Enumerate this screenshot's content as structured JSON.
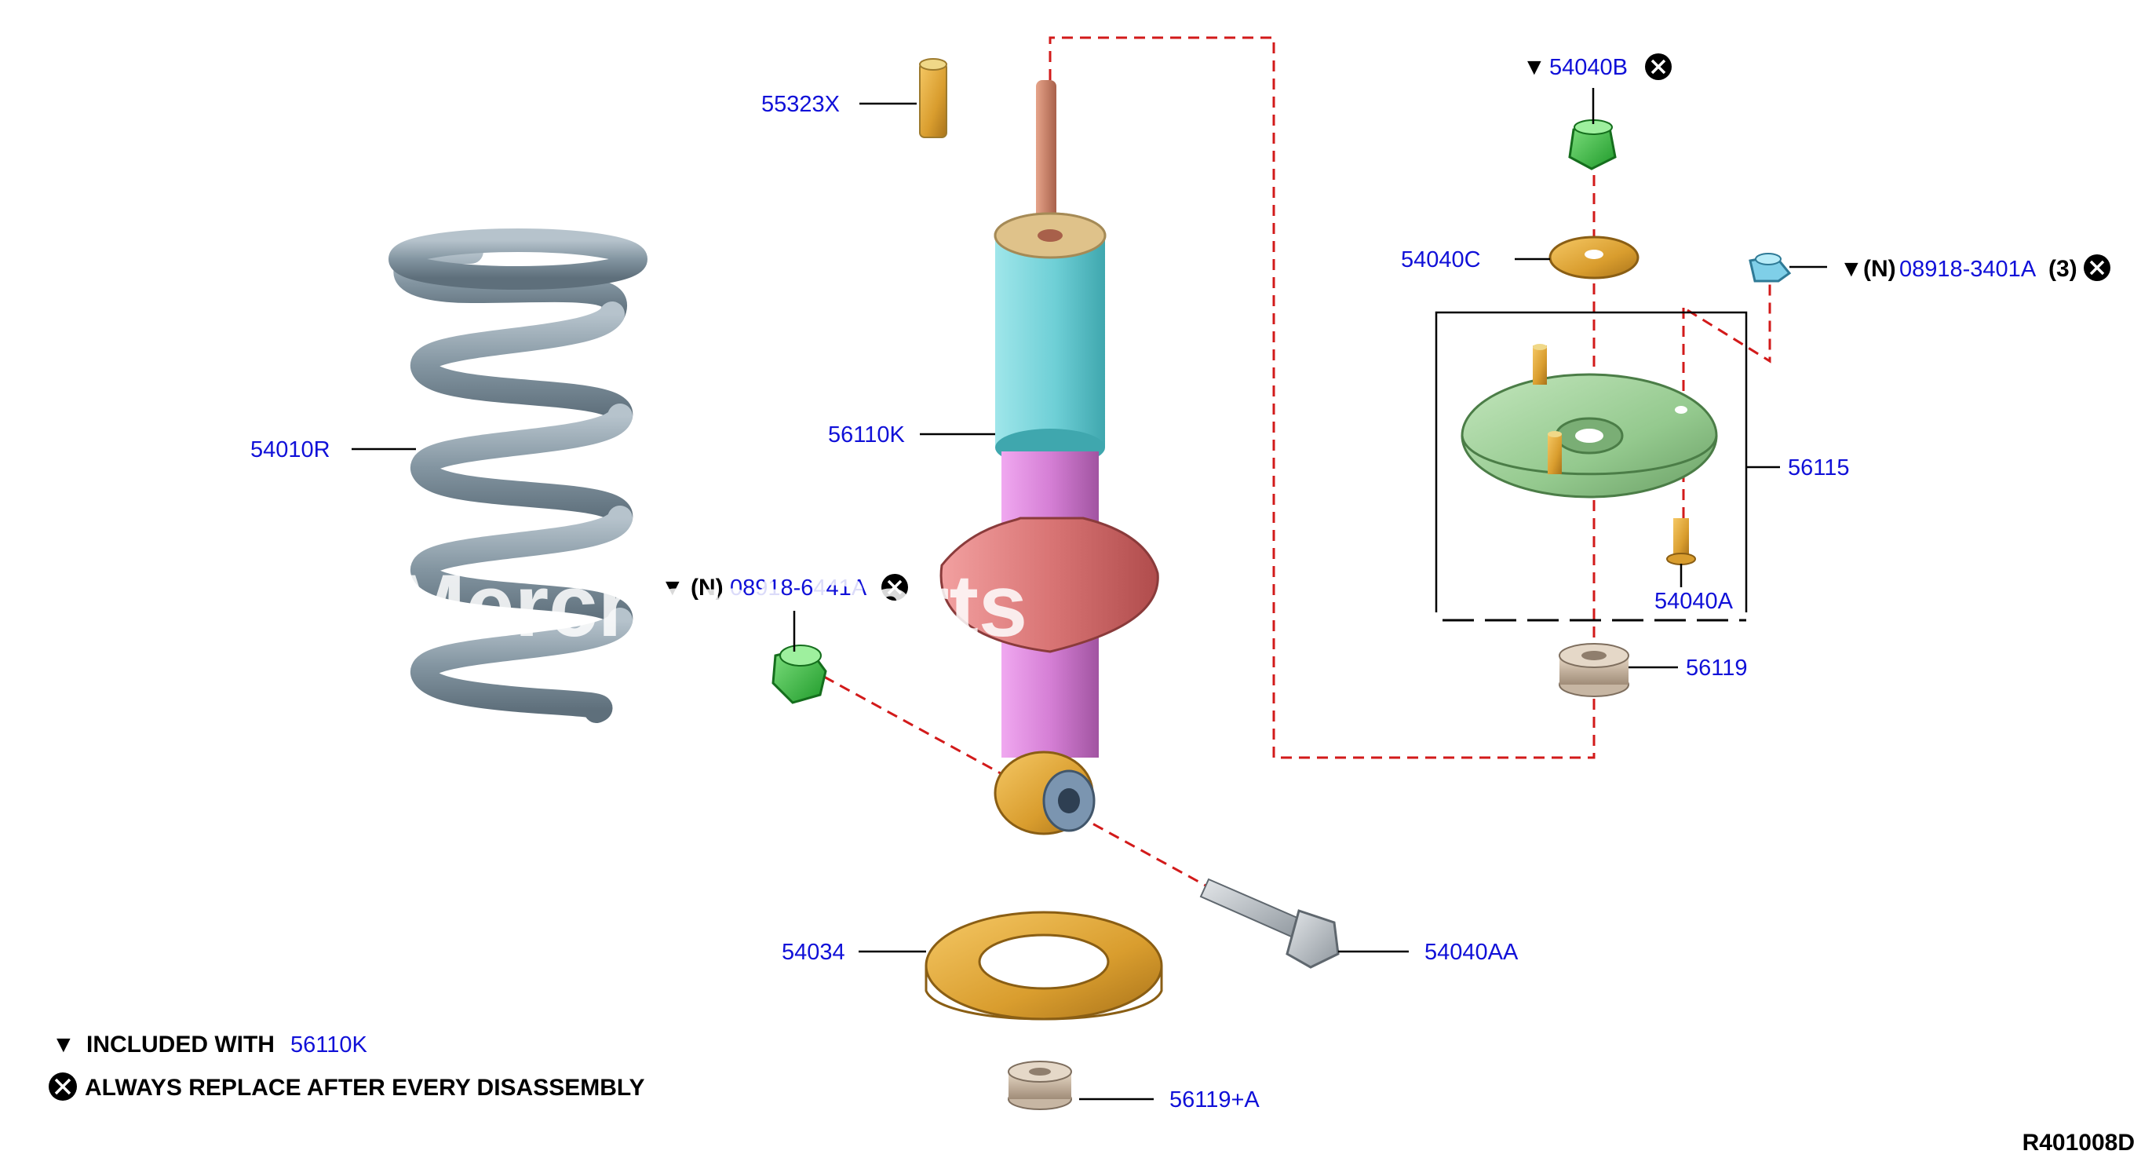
{
  "diagram_code": "R401008D",
  "watermark": "Merchant Parts",
  "legend": {
    "included_with_label": "INCLUDED WITH",
    "included_with_part": "56110K",
    "always_replace_label": "ALWAYS REPLACE AFTER EVERY DISASSEMBLY"
  },
  "callouts": {
    "c55323x": "55323X",
    "c54010r": "54010R",
    "c56110k": "56110K",
    "c08918_6441": "08918-6441A",
    "c54034": "54034",
    "c56119a": "56119+A",
    "c54040aa": "54040AA",
    "c54040b": "54040B",
    "c54040c": "54040C",
    "c08918_3401": "08918-3401A",
    "c56115": "56115",
    "c54040a": "54040A",
    "c56119": "56119"
  },
  "marks": {
    "n_mark": "(N)",
    "qty_3": "(3)"
  },
  "colors": {
    "callout": "#1010d8",
    "dash": "#d21a1a",
    "spring": "#8a99a5",
    "shock_top": "#7fd6dc",
    "shock_body": "#d886d8",
    "spring_seat": "#e08484",
    "rubber": "#d9a63a",
    "green_nut": "#43c043",
    "mount": "#9ed29a"
  }
}
